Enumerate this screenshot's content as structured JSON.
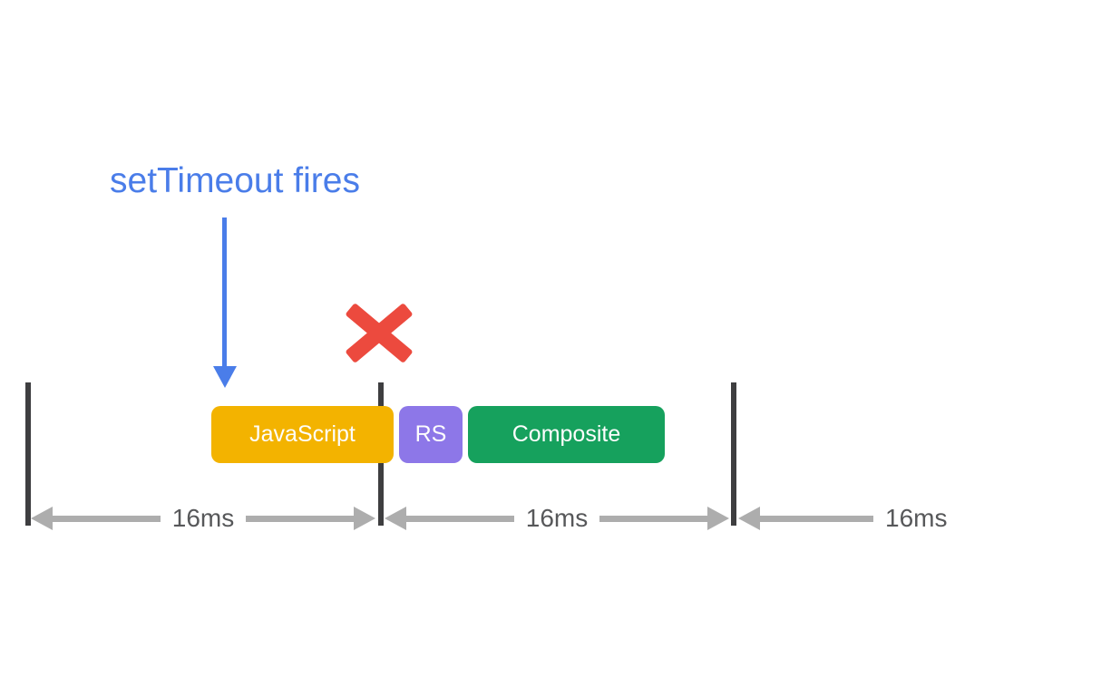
{
  "diagram": {
    "title": "frame timeline with setTimeout firing mid-frame",
    "annotation": {
      "label": "setTimeout fires"
    },
    "icons": {
      "down_arrow": "blue arrow pointing down to frame",
      "x_mark": "red cross marking missed frame boundary"
    },
    "blocks": [
      {
        "label": "JavaScript",
        "color": "#f3b300"
      },
      {
        "label": "RS",
        "color": "#8d77e8"
      },
      {
        "label": "Composite",
        "color": "#16a15d"
      }
    ],
    "measurements": [
      {
        "label": "16ms"
      },
      {
        "label": "16ms"
      },
      {
        "label": "16ms"
      }
    ],
    "colors": {
      "annotation_blue": "#4a7de9",
      "x_mark_red": "#ec4a3e",
      "tick_dark": "#3e3e40",
      "arrow_gray": "#adadad",
      "measure_text_gray": "#57585a",
      "background": "#ffffff"
    }
  }
}
